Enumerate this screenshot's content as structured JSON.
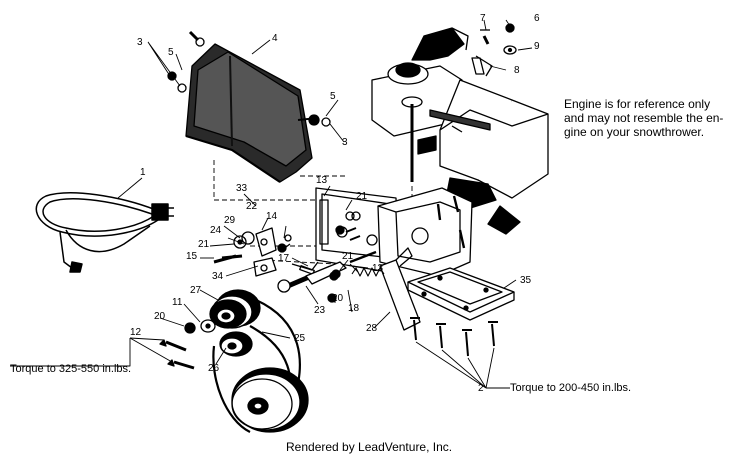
{
  "engine_note": {
    "line1": "Engine is for reference only",
    "line2": "and may not resemble the en-",
    "line3": "gine on your snowthrower."
  },
  "torque_left": "Torque to 325-550 in.lbs.",
  "torque_right": "Torque to 200-450 in.lbs.",
  "credit": "Rendered by LeadVenture, Inc.",
  "callouts": {
    "c1": "1",
    "c2": "2",
    "c3a": "3",
    "c3b": "3",
    "c4": "4",
    "c5a": "5",
    "c5b": "5",
    "c6": "6",
    "c7": "7",
    "c8": "8",
    "c9": "9",
    "c11": "11",
    "c12": "12",
    "c13a": "13",
    "c13b": "13",
    "c14": "14",
    "c15": "15",
    "c17": "17",
    "c18": "18",
    "c20a": "20",
    "c20b": "20",
    "c21a": "21",
    "c21b": "21",
    "c21c": "21",
    "c22": "22",
    "c23": "23",
    "c24": "24",
    "c25": "25",
    "c26": "26",
    "c27": "27",
    "c28": "28",
    "c29": "29",
    "c33": "33",
    "c34": "34",
    "c35": "35"
  }
}
